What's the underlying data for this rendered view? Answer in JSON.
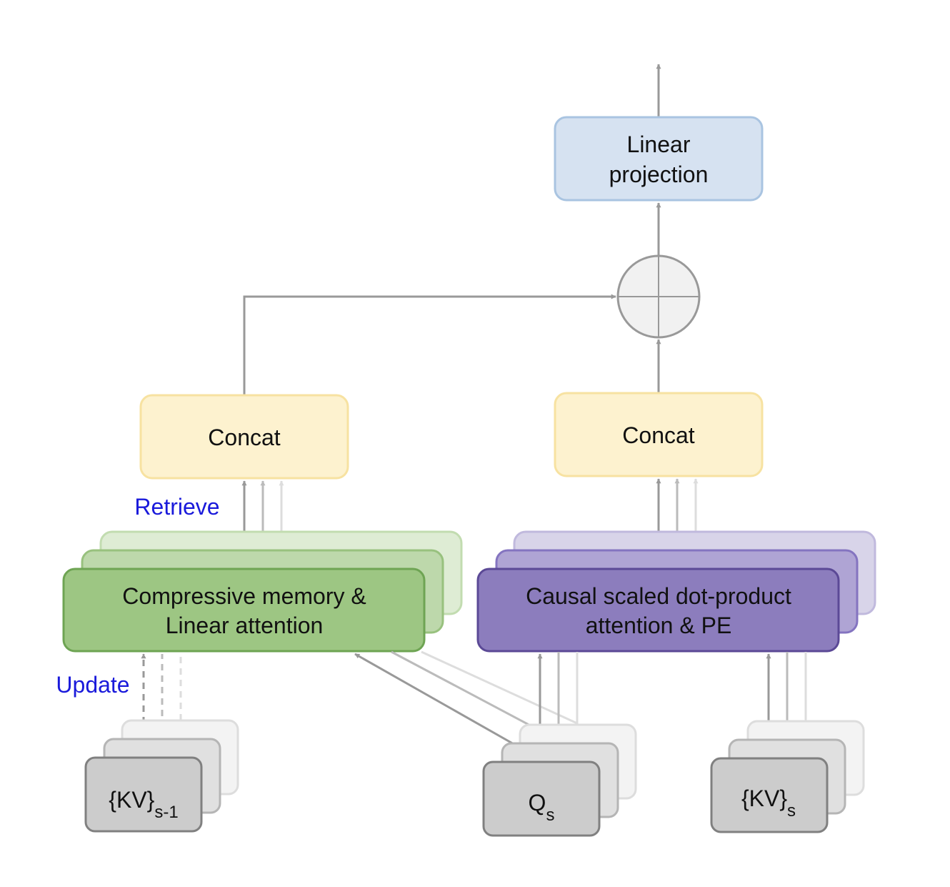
{
  "nodes": {
    "linear_projection": {
      "line1": "Linear",
      "line2": "projection"
    },
    "concat_left": {
      "label": "Concat"
    },
    "concat_right": {
      "label": "Concat"
    },
    "compressive_memory": {
      "line1": "Compressive memory &",
      "line2": "Linear attention"
    },
    "causal_attention": {
      "line1": "Causal scaled dot-product",
      "line2": "attention & PE"
    },
    "kv_prev": {
      "base": "{KV}",
      "sub": "s-1"
    },
    "query": {
      "base": "Q",
      "sub": "s"
    },
    "kv_curr": {
      "base": "{KV}",
      "sub": "s"
    },
    "sum_node": {
      "icon": "circle-plus-icon"
    }
  },
  "edge_labels": {
    "retrieve": "Retrieve",
    "update": "Update"
  },
  "colors": {
    "projection_fill": "#d6e2f1",
    "projection_stroke": "#a9c4e1",
    "concat_fill": "#fdf2cf",
    "concat_stroke": "#f7e2a1",
    "memory_fill": "#9dc683",
    "memory_stroke": "#6ea453",
    "attention_fill": "#8c7dbd",
    "attention_stroke": "#5b4996",
    "input_fill": "#cccccc",
    "input_stroke": "#808080",
    "arrow": "#999999",
    "edge_label": "#1a1adb"
  }
}
